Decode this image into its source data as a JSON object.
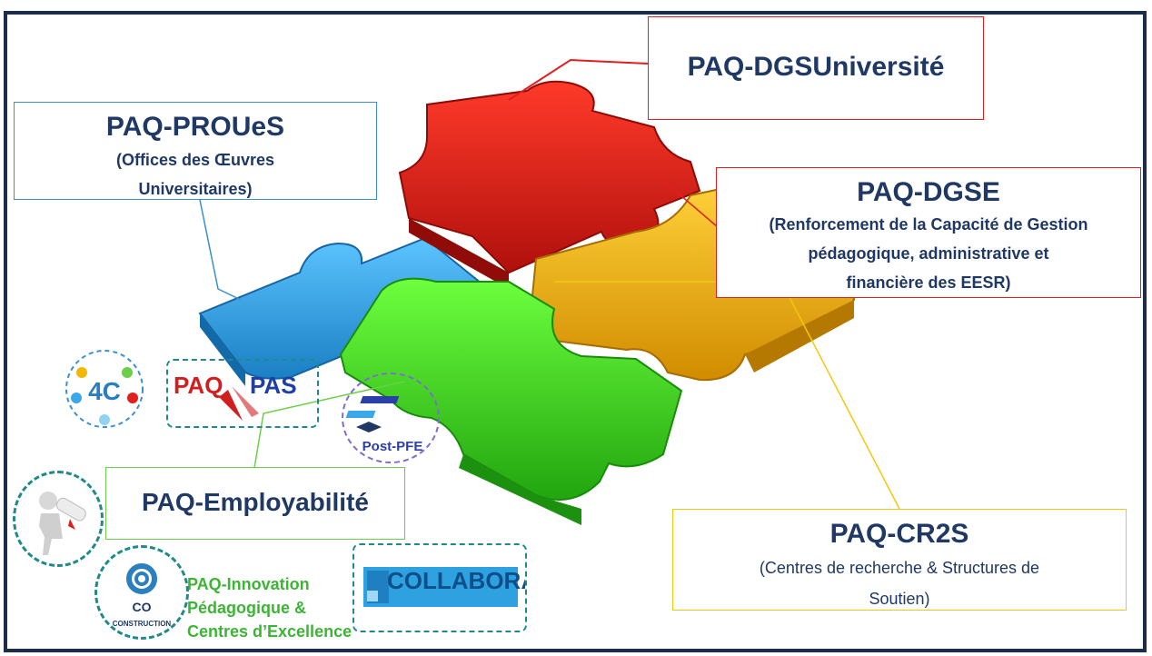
{
  "boxes": {
    "dgsu": {
      "title": "PAQ-DGSUniversité"
    },
    "proues": {
      "title": "PAQ-PROUeS",
      "line1": "(Offices des Œuvres",
      "line2": "Universitaires)"
    },
    "dgse": {
      "title": "PAQ-DGSE",
      "line1": "(Renforcement de la Capacité de Gestion",
      "line2": "pédagogique, administrative et",
      "line3": "financière des EESR)"
    },
    "employabilite": {
      "title": "PAQ-Employabilité"
    },
    "cr2s": {
      "title": "PAQ-CR2S",
      "line1": "(Centres de recherche & Structures de",
      "line2": "Soutien)"
    }
  },
  "innovation": {
    "line1": "PAQ-Innovation",
    "line2": "Pédagogique &",
    "line3": "Centres d’Excellence"
  },
  "logos": {
    "c4": "4C",
    "paq_pas_left": "PAQ",
    "paq_pas_right": "PAS",
    "post_pfe": "Post-PFE",
    "co": "CO",
    "co_sub": "CONSTRUCTION",
    "collabora": "COLLABORA"
  },
  "colors": {
    "red": "#e0201e",
    "blue": "#3aa7e8",
    "green": "#3ad11c",
    "yellow": "#f2b705",
    "navy": "#1f3864",
    "frame": "#1b2d48"
  }
}
